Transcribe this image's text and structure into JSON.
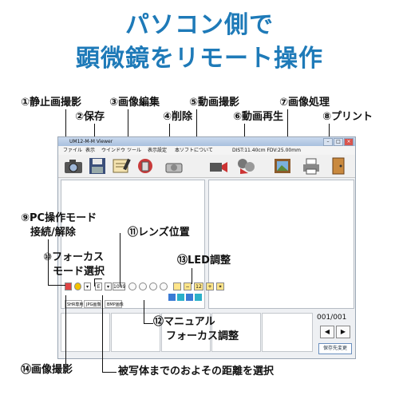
{
  "headline": {
    "line1": "パソコン側で",
    "line2": "顕微鏡をリモート操作"
  },
  "colors": {
    "accent": "#1e7ab8",
    "led": "#f2c200",
    "delete_icon": "#c83a3a"
  },
  "callouts": {
    "still_capture": "①静止画撮影",
    "save": "②保存",
    "image_edit": "③画像編集",
    "delete": "④削除",
    "video_capture": "⑤動画撮影",
    "video_playback": "⑥動画再生",
    "image_processing": "⑦画像処理",
    "print": "⑧プリント",
    "pc_mode_line1": "⑨PC操作モード",
    "pc_mode_line2": "接続/解除",
    "focus_mode_line1": "⑩フォーカス",
    "focus_mode_line2": "モード選択",
    "lens_position": "⑪レンズ位置",
    "manual_focus_line1": "⑫マニュアル",
    "manual_focus_line2": "フォーカス調整",
    "led_adjust": "⑬LED調整",
    "capture": "⑭画像撮影",
    "distance_select": "被写体までのおよその距離を選択"
  },
  "app": {
    "title": "UM12-M-M Viewer",
    "menu": [
      "ファイル",
      "表示",
      "ウインドウ",
      "ツール",
      "表示設定",
      "本ソフトについて"
    ],
    "status": "DIST:11.40cm FDV:25.00mm",
    "lens_value": "1049",
    "tabs": [
      "SHR専用",
      "JPG画像",
      "BMP画像"
    ],
    "pager": "001/001",
    "save_button": "保存先変更"
  },
  "icons": {
    "camera": "camera-icon",
    "save": "floppy-icon",
    "edit": "edit-icon",
    "delete": "trash-icon",
    "video": "video-camera-icon",
    "playback": "film-reel-icon",
    "processing": "photo-frame-icon",
    "print": "printer-icon",
    "exit": "door-icon"
  }
}
